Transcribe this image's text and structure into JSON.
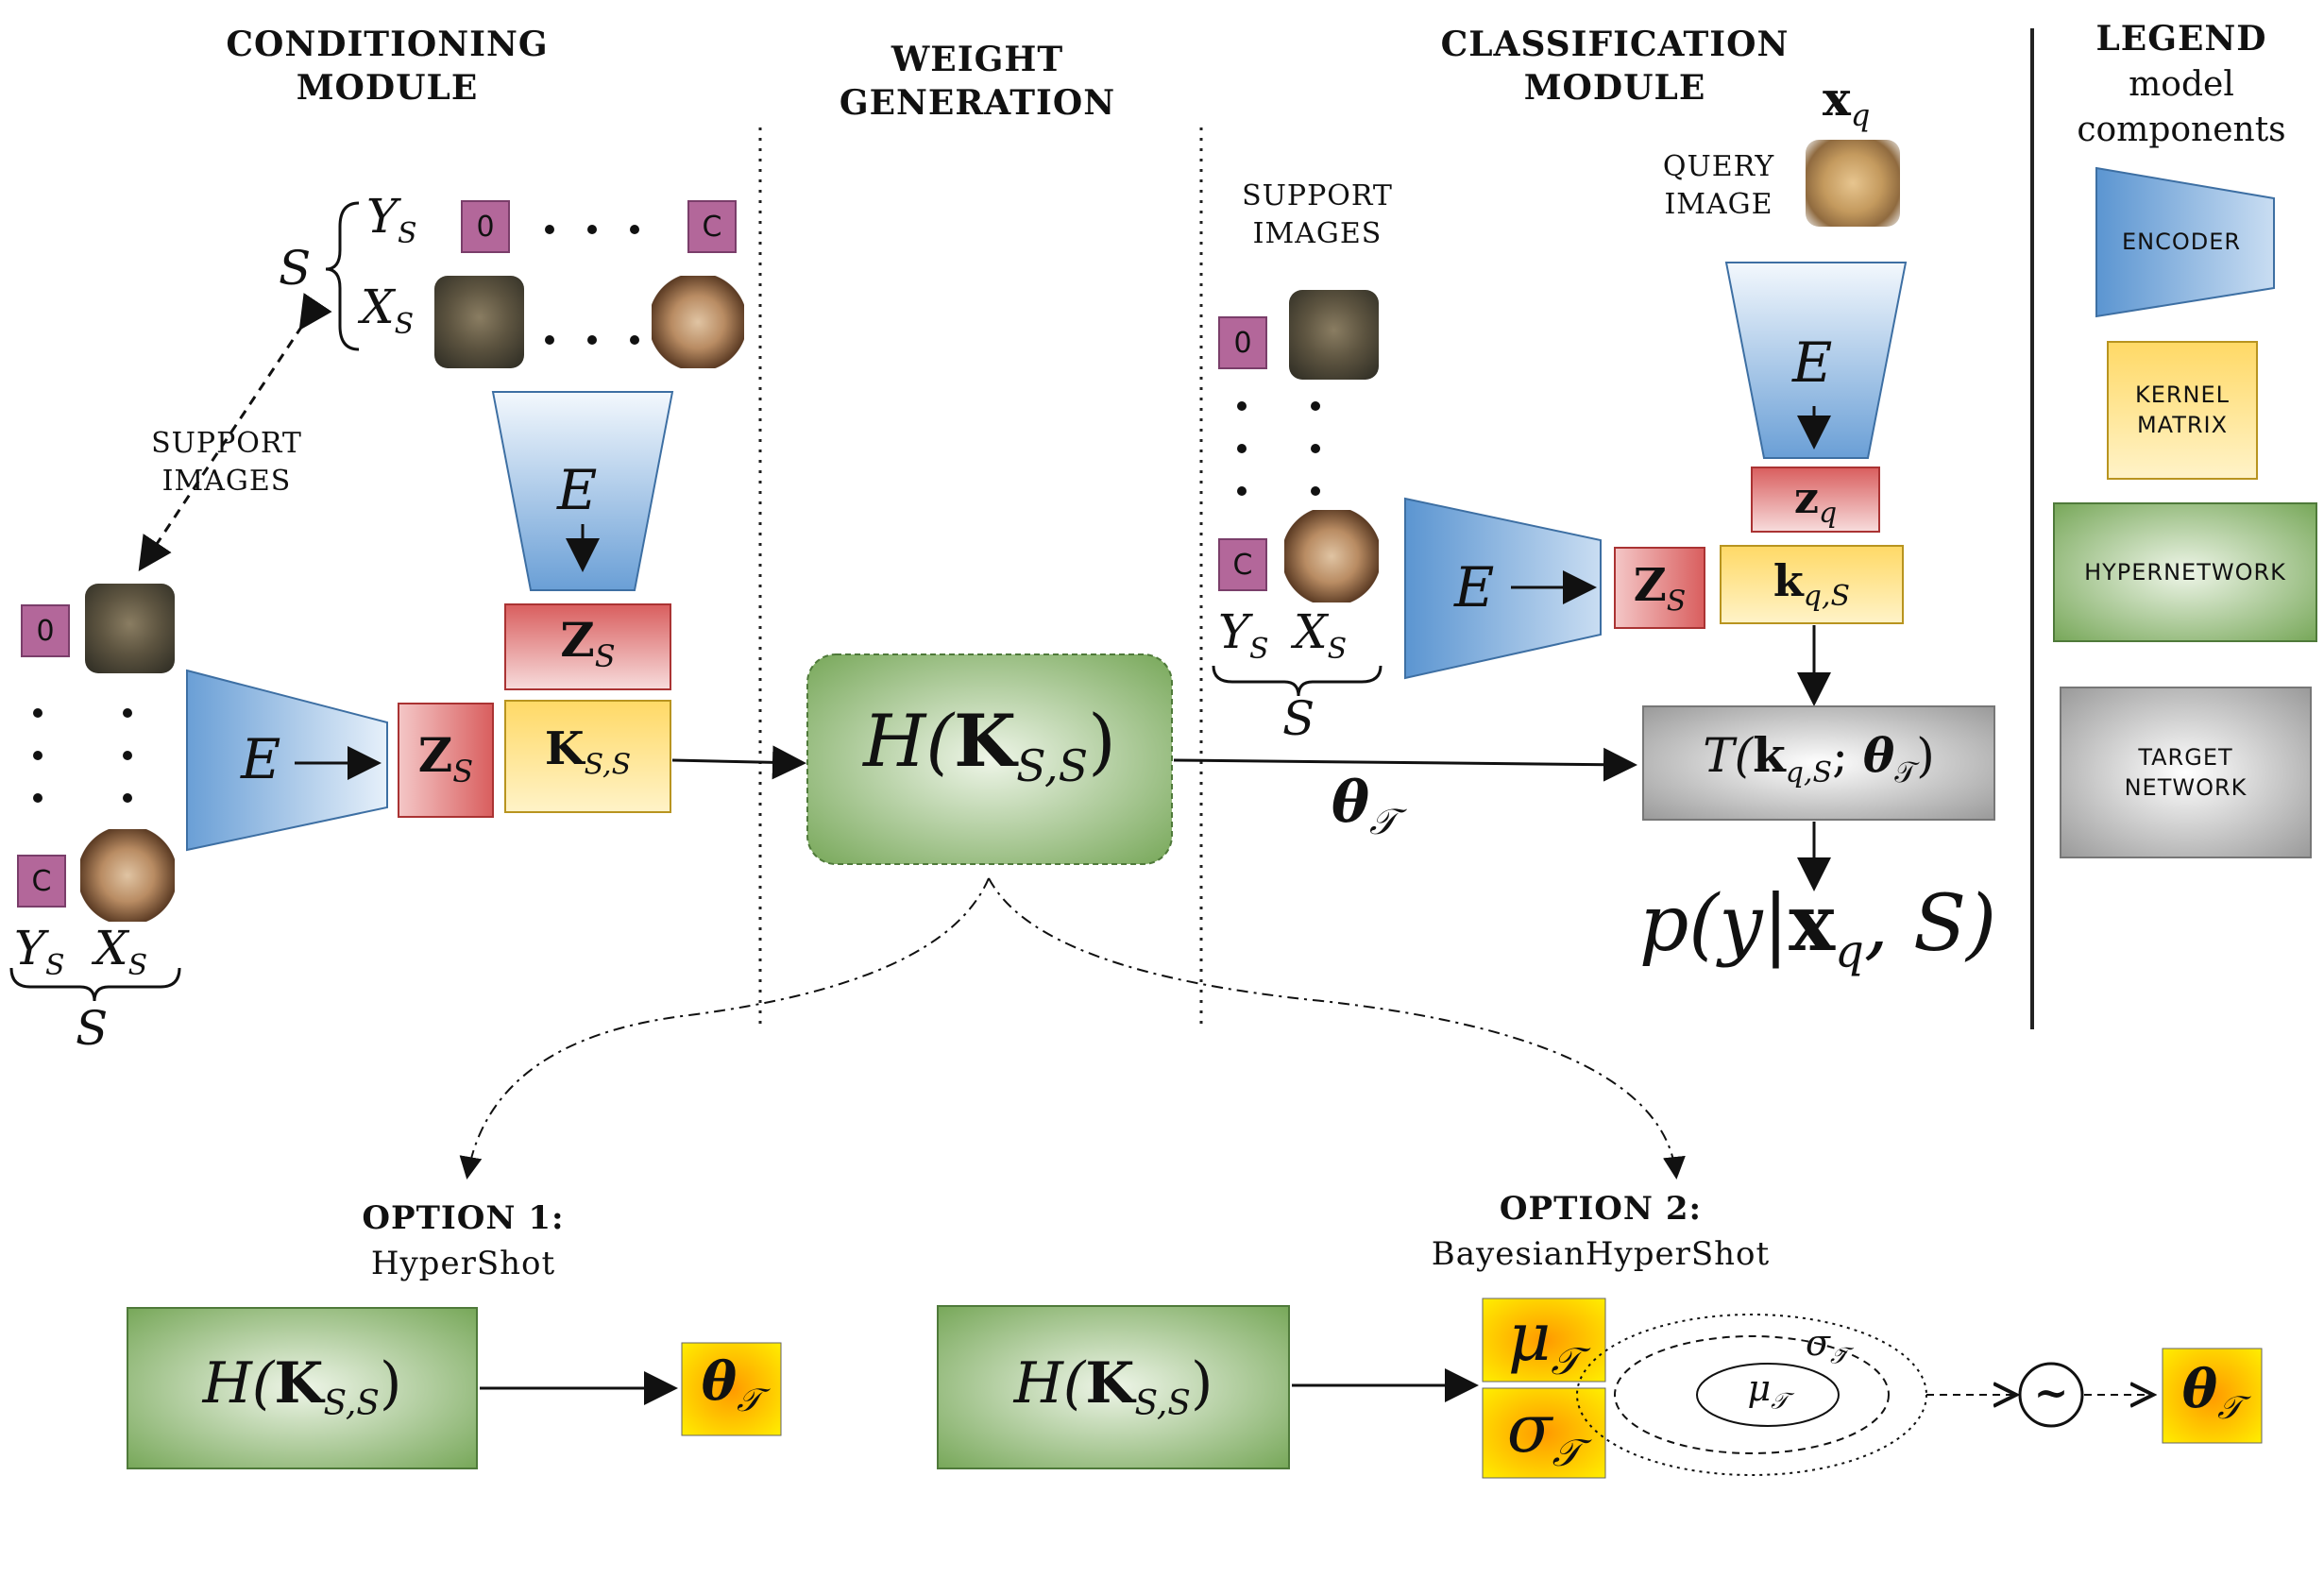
{
  "headers": {
    "conditioning": [
      "CONDITIONING",
      "MODULE"
    ],
    "weight_generation": [
      "WEIGHT",
      "GENERATION"
    ],
    "classification": [
      "CLASSIFICATION",
      "MODULE"
    ],
    "legend": "LEGEND",
    "legend_sub": [
      "model",
      "components"
    ]
  },
  "labels": {
    "support_images": [
      "SUPPORT",
      "IMAGES"
    ],
    "query_image": [
      "QUERY",
      "IMAGE"
    ],
    "S": "S",
    "Y_S": "Y",
    "X_S": "X",
    "sub_S": "S",
    "badge_0": "0",
    "badge_C": "C",
    "encoder_E": "E",
    "Z_S": "Z",
    "K_SS": "K",
    "sub_SS": "S,S",
    "H_K": "H(",
    "H_close": ")",
    "theta": "θ",
    "sub_T": "𝒯",
    "x_q": "x",
    "sub_q": "q",
    "z_q": "z",
    "k_qS": "k",
    "sub_qS": "q,S",
    "T_expr": "T(",
    "T_mid": "; ",
    "T_close": ")",
    "p_expr": "p(y|",
    "p_mid": ", S)"
  },
  "legend_items": {
    "encoder": "ENCODER",
    "kernel": [
      "KERNEL",
      "MATRIX"
    ],
    "hypernetwork": "HYPERNETWORK",
    "target": [
      "TARGET",
      "NETWORK"
    ]
  },
  "options": {
    "opt1_title": "OPTION 1:",
    "opt1_name": "HyperShot",
    "opt2_title": "OPTION 2:",
    "opt2_name": "BayesianHyperShot",
    "mu": "μ",
    "sigma": "σ",
    "sample": "~"
  },
  "colors": {
    "encoder": "#6fa8dc",
    "kernel": "#ffd966",
    "hypernet": "#93c47d",
    "target": "#b7b7b7",
    "zbox": "#e06666",
    "badge": "#b3679a",
    "theta": "#ffcc00"
  }
}
